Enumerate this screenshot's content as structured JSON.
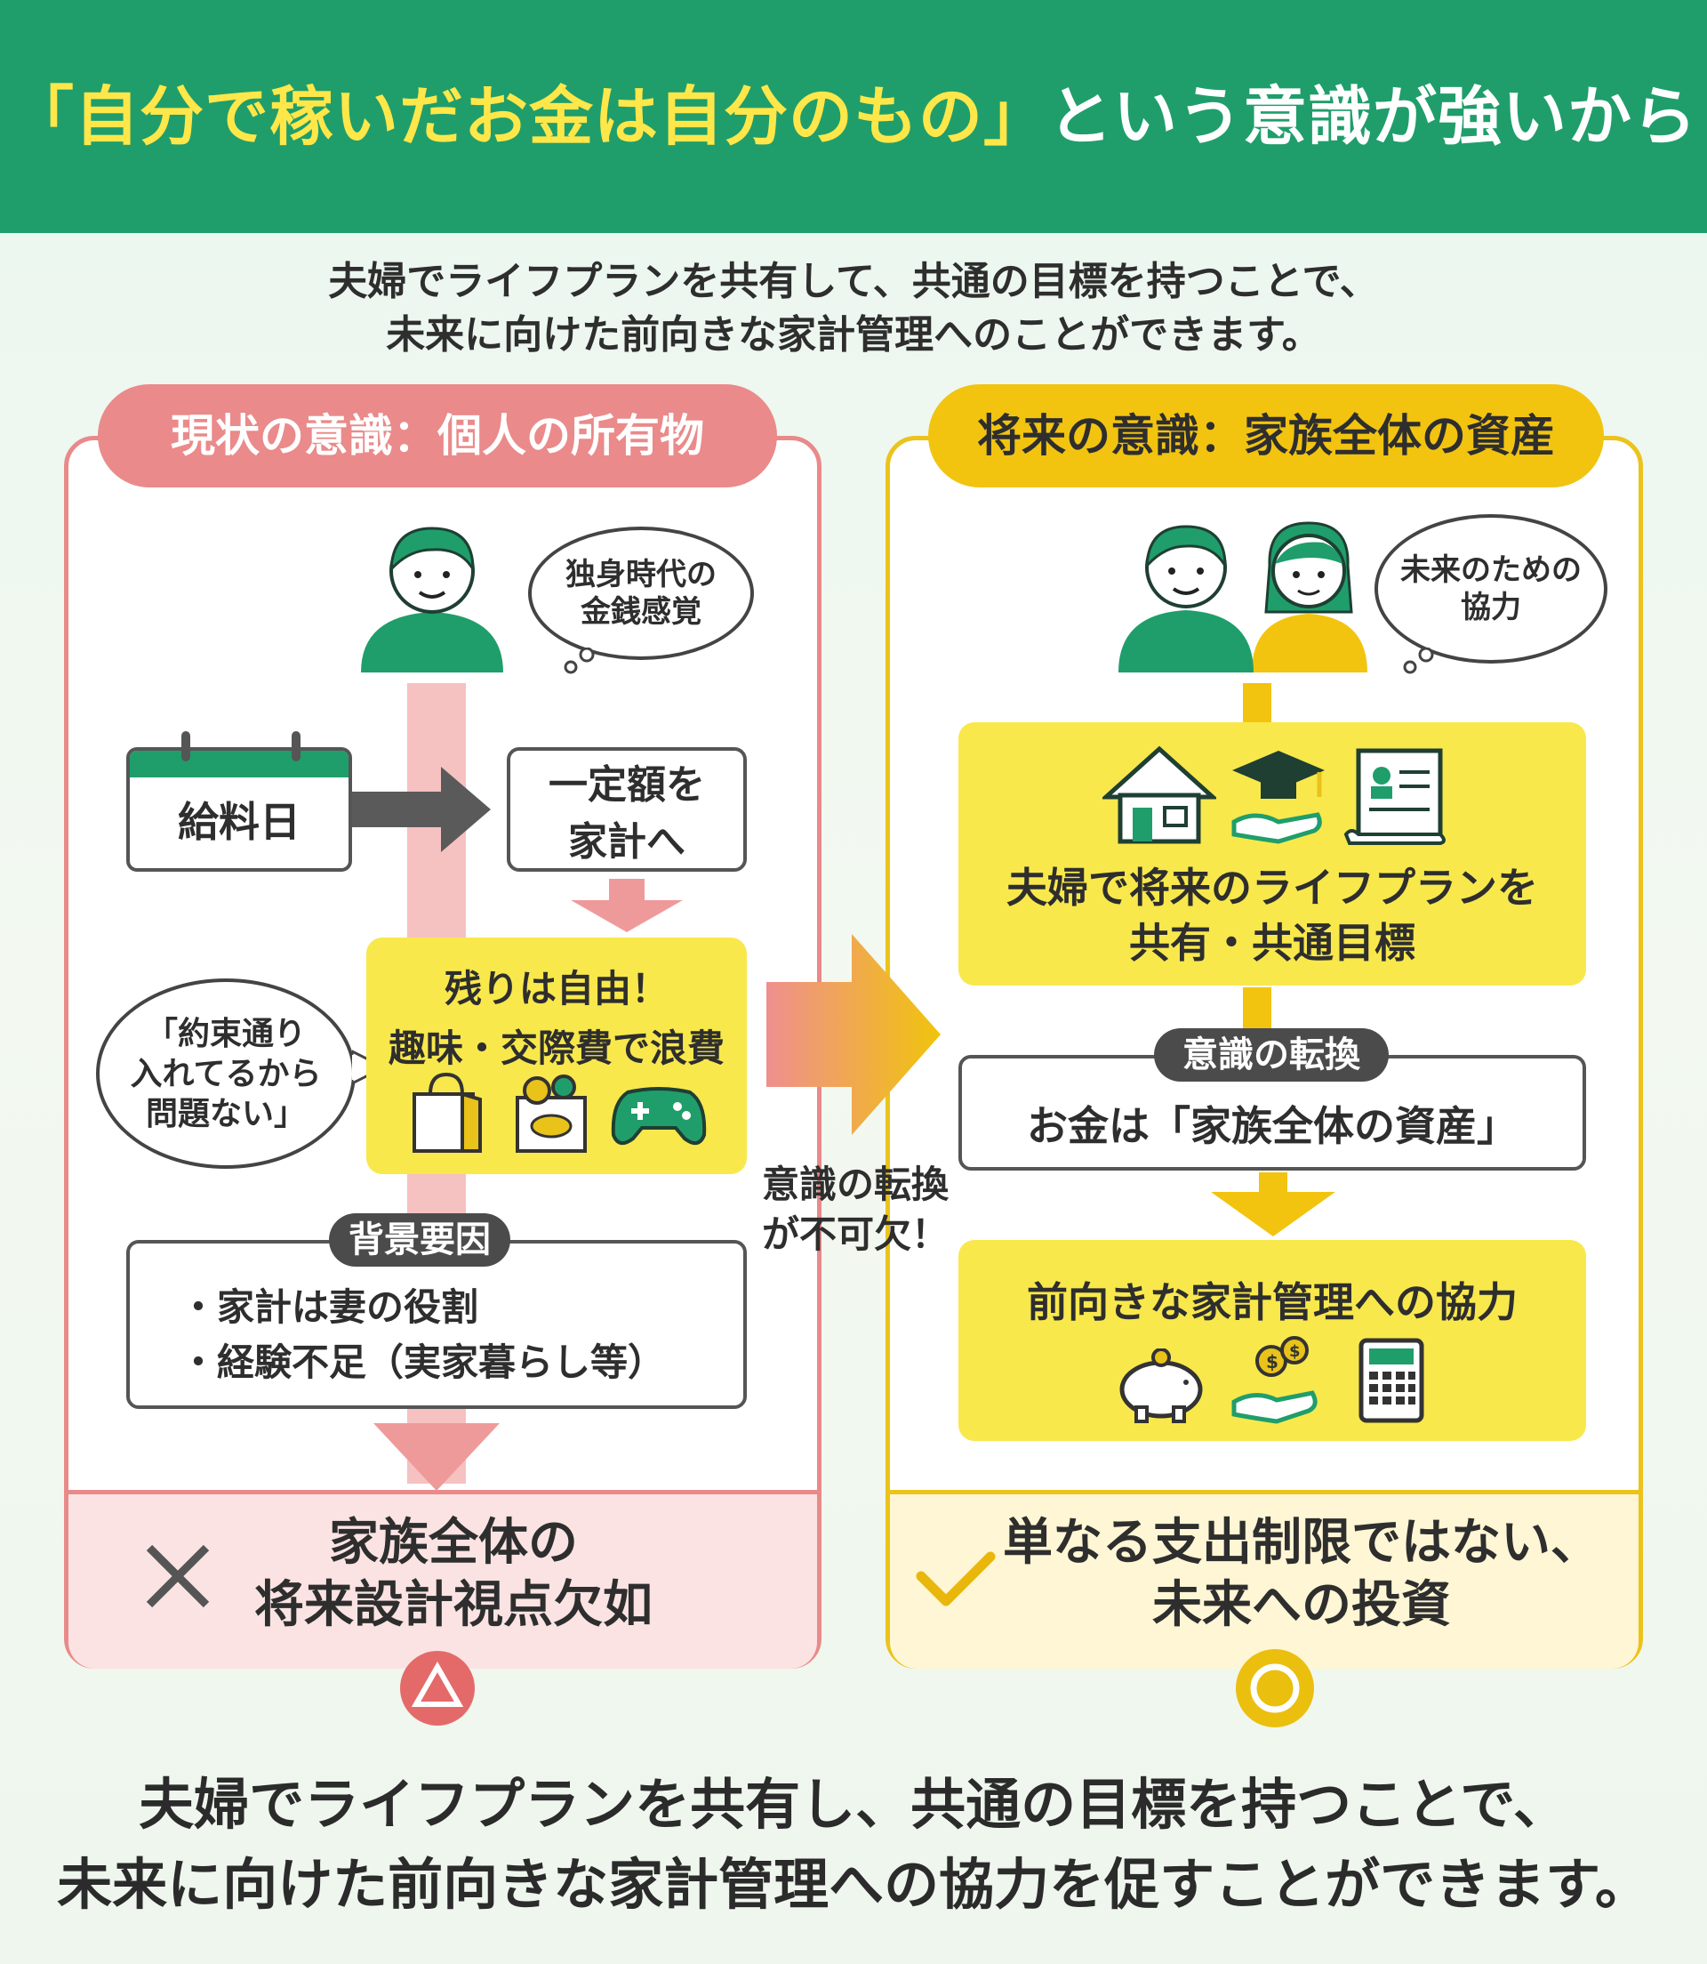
{
  "header": {
    "title_highlight": "「自分で稼いだお金は自分のもの」",
    "title_rest": "という意識が強いから"
  },
  "intro": {
    "line1": "夫婦でライフプランを共有して、共通の目標を持つことで、",
    "line2": "未来に向けた前向きな家計管理へのことができます。"
  },
  "left": {
    "heading": "現状の意識：個人の所有物",
    "thought": [
      "独身時代の",
      "金銭感覚"
    ],
    "payday": "給料日",
    "fixed": [
      "一定額を",
      "家計へ"
    ],
    "free": [
      "残りは自由！",
      "趣味・交際費で浪費"
    ],
    "speech": [
      "「約束通り",
      "入れてるから",
      "問題ない」"
    ],
    "background_tag": "背景要因",
    "background_items": [
      "・家計は妻の役割",
      "・経験不足（実家暮らし等）"
    ],
    "result": [
      "家族全体の",
      "将来設計視点欠如"
    ]
  },
  "middle": {
    "shift_label": [
      "意識の転換",
      "が不可欠！"
    ]
  },
  "right": {
    "heading": "将来の意識：家族全体の資産",
    "thought": [
      "未来のための",
      "協力"
    ],
    "share": [
      "夫婦で将来のライフプランを",
      "共有・共通目標"
    ],
    "shift_tag": "意識の転換",
    "asset": "お金は「家族全体の資産」",
    "coop": "前向きな家計管理への協力",
    "result": [
      "単なる支出制限ではない、",
      "未来への投資"
    ]
  },
  "conclusion": {
    "line1": "夫婦でライフプランを共有し、共通の目標を持つことで、",
    "line2": "未来に向けた前向きな家計管理への協力を促すことができます。"
  },
  "colors": {
    "header_green": "#1f9e6b",
    "title_yellow": "#ffe74a",
    "left_red": "#e98a8a",
    "right_yellow": "#ebc31c",
    "box_yellow": "#f8e84c",
    "icon_green": "#1f9e6b"
  },
  "icons": [
    "person-icon",
    "couple-icon",
    "calendar-icon",
    "shopping-bag-icon",
    "food-icon",
    "game-controller-icon",
    "house-icon",
    "graduation-icon",
    "document-icon",
    "piggy-bank-icon",
    "coin-hand-icon",
    "calculator-icon",
    "cross-icon",
    "check-icon",
    "triangle-icon",
    "circle-icon"
  ]
}
